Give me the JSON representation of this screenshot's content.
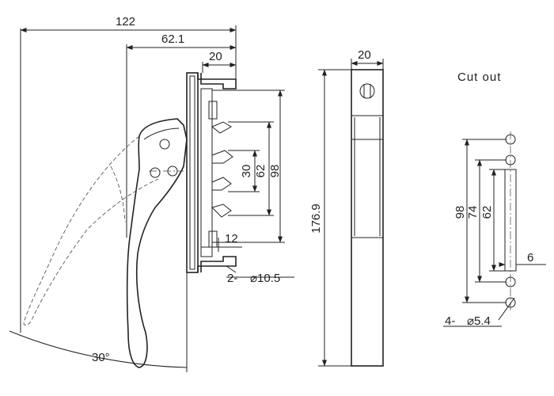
{
  "dimensions": {
    "overall_width": "122",
    "body_width": "62.1",
    "flange_width": "20",
    "height_98": "98",
    "height_62": "62",
    "height_30": "30",
    "offset_12": "12",
    "hole_count_label": "2-",
    "hole_diameter": "⌀10.5",
    "total_height": "176.9",
    "front_width": "20",
    "swing_angle": "30°"
  },
  "cutout": {
    "title": "Cut out",
    "h_98": "98",
    "h_74": "74",
    "h_62": "62",
    "slot_width": "6",
    "holes_count_label": "4-",
    "holes_diameter": "⌀5.4"
  }
}
